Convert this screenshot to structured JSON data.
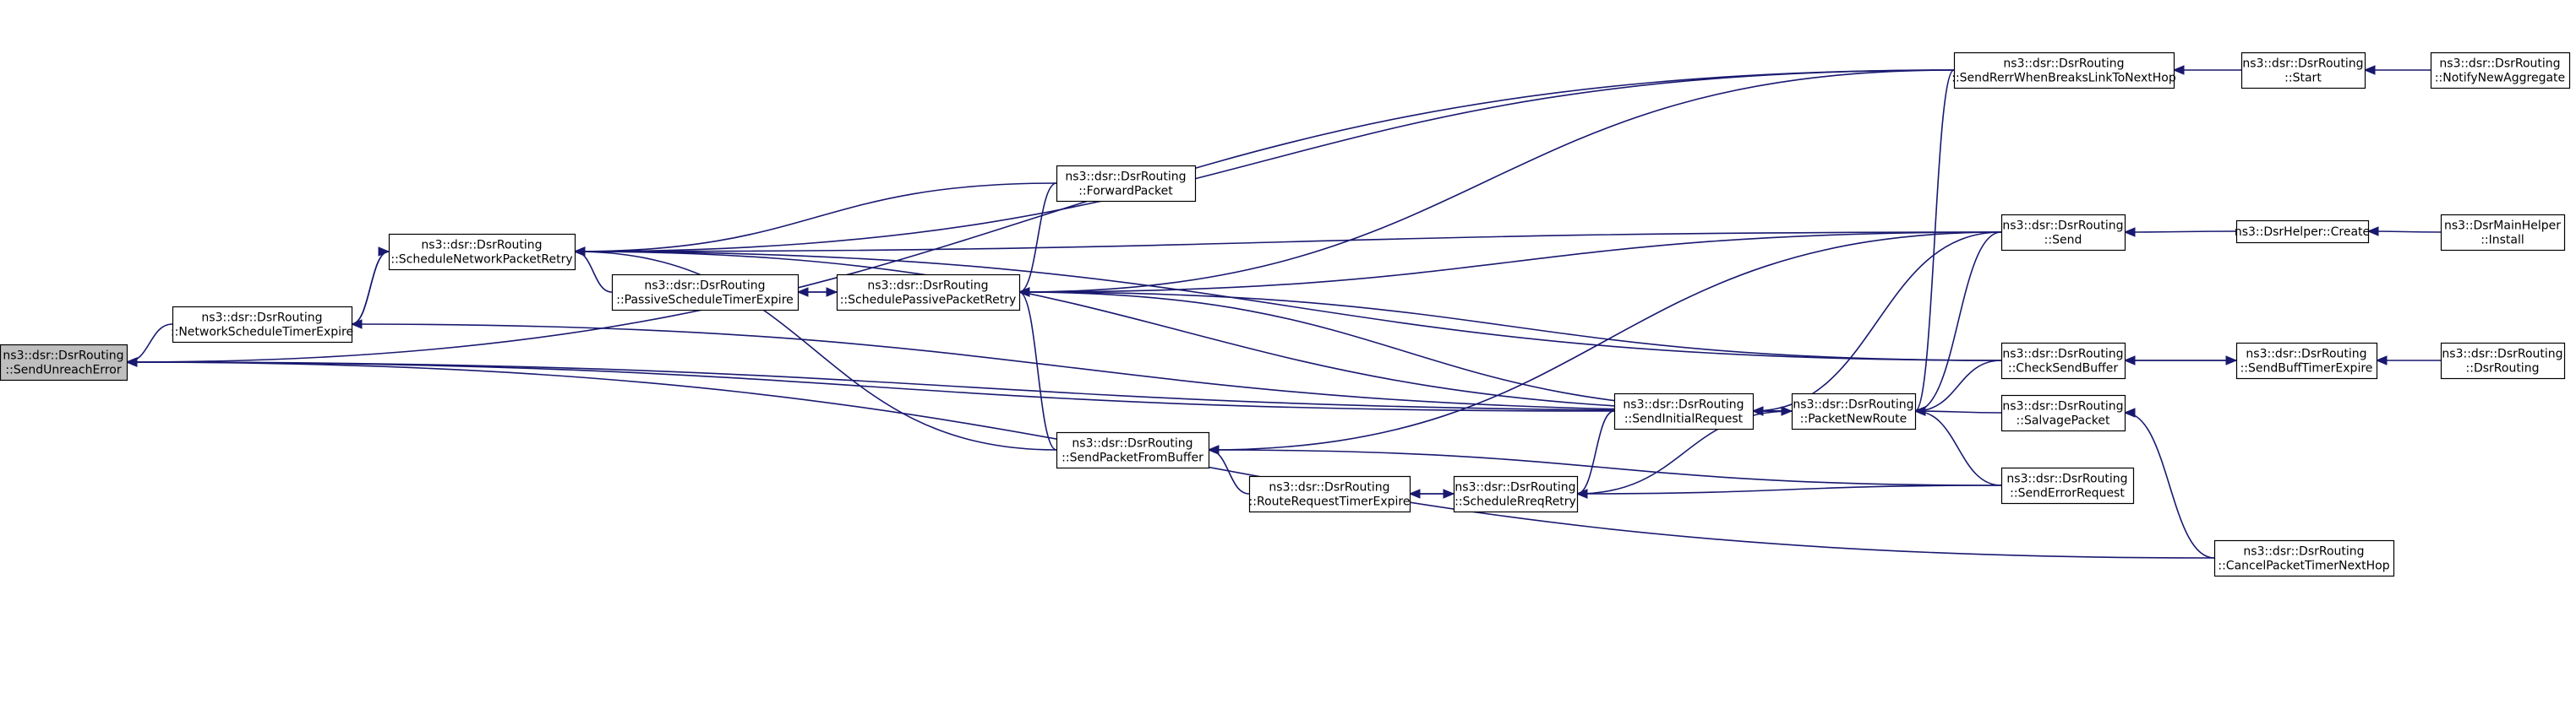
{
  "graph": {
    "colors": {
      "node_fill": "#ffffff",
      "root_fill": "#bfbfbf",
      "edge": "#191970",
      "border": "#000000"
    },
    "nodes": [
      {
        "id": "sendUnreachError",
        "lines": [
          "ns3::dsr::DsrRouting",
          "::SendUnreachError"
        ],
        "root": true
      },
      {
        "id": "networkScheduleTimerExpire",
        "lines": [
          "ns3::dsr::DsrRouting",
          "::NetworkScheduleTimerExpire"
        ]
      },
      {
        "id": "scheduleNetworkPacketRetry",
        "lines": [
          "ns3::dsr::DsrRouting",
          "::ScheduleNetworkPacketRetry"
        ]
      },
      {
        "id": "passiveScheduleTimerExpire",
        "lines": [
          "ns3::dsr::DsrRouting",
          "::PassiveScheduleTimerExpire"
        ]
      },
      {
        "id": "schedulePassivePacketRetry",
        "lines": [
          "ns3::dsr::DsrRouting",
          "::SchedulePassivePacketRetry"
        ]
      },
      {
        "id": "forwardPacket",
        "lines": [
          "ns3::dsr::DsrRouting",
          "::ForwardPacket"
        ]
      },
      {
        "id": "sendPacketFromBuffer",
        "lines": [
          "ns3::dsr::DsrRouting",
          "::SendPacketFromBuffer"
        ]
      },
      {
        "id": "routeRequestTimerExpire",
        "lines": [
          "ns3::dsr::DsrRouting",
          "::RouteRequestTimerExpire"
        ]
      },
      {
        "id": "scheduleRreqRetry",
        "lines": [
          "ns3::dsr::DsrRouting",
          "::ScheduleRreqRetry"
        ]
      },
      {
        "id": "sendInitialRequest",
        "lines": [
          "ns3::dsr::DsrRouting",
          "::SendInitialRequest"
        ]
      },
      {
        "id": "packetNewRoute",
        "lines": [
          "ns3::dsr::DsrRouting",
          "::PacketNewRoute"
        ]
      },
      {
        "id": "sendRerrWhenBreaksLinkToNextHop",
        "lines": [
          "ns3::dsr::DsrRouting",
          "::SendRerrWhenBreaksLinkToNextHop"
        ]
      },
      {
        "id": "send",
        "lines": [
          "ns3::dsr::DsrRouting",
          "::Send"
        ]
      },
      {
        "id": "checkSendBuffer",
        "lines": [
          "ns3::dsr::DsrRouting",
          "::CheckSendBuffer"
        ]
      },
      {
        "id": "salvagePacket",
        "lines": [
          "ns3::dsr::DsrRouting",
          "::SalvagePacket"
        ]
      },
      {
        "id": "sendErrorRequest",
        "lines": [
          "ns3::dsr::DsrRouting",
          "::SendErrorRequest"
        ]
      },
      {
        "id": "start",
        "lines": [
          "ns3::dsr::DsrRouting",
          "::Start"
        ]
      },
      {
        "id": "dsrHelperCreate",
        "lines": [
          "ns3::DsrHelper::Create"
        ]
      },
      {
        "id": "sendBuffTimerExpire",
        "lines": [
          "ns3::dsr::DsrRouting",
          "::SendBuffTimerExpire"
        ]
      },
      {
        "id": "cancelPacketTimerNextHop",
        "lines": [
          "ns3::dsr::DsrRouting",
          "::CancelPacketTimerNextHop"
        ]
      },
      {
        "id": "notifyNewAggregate",
        "lines": [
          "ns3::dsr::DsrRouting",
          "::NotifyNewAggregate"
        ]
      },
      {
        "id": "dsrMainHelperInstall",
        "lines": [
          "ns3::DsrMainHelper",
          "::Install"
        ]
      },
      {
        "id": "dsrRoutingCtor",
        "lines": [
          "ns3::dsr::DsrRouting",
          "::DsrRouting"
        ]
      }
    ],
    "edges": [
      {
        "from": "networkScheduleTimerExpire",
        "to": "sendUnreachError"
      },
      {
        "from": "scheduleNetworkPacketRetry",
        "to": "networkScheduleTimerExpire"
      },
      {
        "from": "networkScheduleTimerExpire",
        "to": "scheduleNetworkPacketRetry"
      },
      {
        "from": "sendRerrWhenBreaksLinkToNextHop",
        "to": "sendUnreachError"
      },
      {
        "from": "sendInitialRequest",
        "to": "sendUnreachError"
      },
      {
        "from": "packetNewRoute",
        "to": "sendUnreachError"
      },
      {
        "from": "sendRerrWhenBreaksLinkToNextHop",
        "to": "scheduleNetworkPacketRetry"
      },
      {
        "from": "send",
        "to": "scheduleNetworkPacketRetry"
      },
      {
        "from": "checkSendBuffer",
        "to": "scheduleNetworkPacketRetry"
      },
      {
        "from": "forwardPacket",
        "to": "scheduleNetworkPacketRetry"
      },
      {
        "from": "passiveScheduleTimerExpire",
        "to": "scheduleNetworkPacketRetry"
      },
      {
        "from": "sendPacketFromBuffer",
        "to": "scheduleNetworkPacketRetry"
      },
      {
        "from": "packetNewRoute",
        "to": "scheduleNetworkPacketRetry"
      },
      {
        "from": "schedulePassivePacketRetry",
        "to": "passiveScheduleTimerExpire"
      },
      {
        "from": "passiveScheduleTimerExpire",
        "to": "schedulePassivePacketRetry"
      },
      {
        "from": "forwardPacket",
        "to": "schedulePassivePacketRetry"
      },
      {
        "from": "sendRerrWhenBreaksLinkToNextHop",
        "to": "schedulePassivePacketRetry"
      },
      {
        "from": "send",
        "to": "schedulePassivePacketRetry"
      },
      {
        "from": "checkSendBuffer",
        "to": "schedulePassivePacketRetry"
      },
      {
        "from": "packetNewRoute",
        "to": "schedulePassivePacketRetry"
      },
      {
        "from": "sendPacketFromBuffer",
        "to": "schedulePassivePacketRetry"
      },
      {
        "from": "send",
        "to": "sendPacketFromBuffer"
      },
      {
        "from": "routeRequestTimerExpire",
        "to": "sendPacketFromBuffer"
      },
      {
        "from": "sendErrorRequest",
        "to": "sendPacketFromBuffer"
      },
      {
        "from": "scheduleRreqRetry",
        "to": "routeRequestTimerExpire"
      },
      {
        "from": "routeRequestTimerExpire",
        "to": "scheduleRreqRetry"
      },
      {
        "from": "sendInitialRequest",
        "to": "scheduleRreqRetry"
      },
      {
        "from": "packetNewRoute",
        "to": "scheduleRreqRetry"
      },
      {
        "from": "sendErrorRequest",
        "to": "scheduleRreqRetry"
      },
      {
        "from": "networkScheduleTimerExpire",
        "to": "packetNewRoute"
      },
      {
        "from": "packetNewRoute",
        "to": "sendInitialRequest"
      },
      {
        "from": "send",
        "to": "sendInitialRequest"
      },
      {
        "from": "sendRerrWhenBreaksLinkToNextHop",
        "to": "packetNewRoute"
      },
      {
        "from": "send",
        "to": "packetNewRoute"
      },
      {
        "from": "checkSendBuffer",
        "to": "packetNewRoute"
      },
      {
        "from": "salvagePacket",
        "to": "packetNewRoute"
      },
      {
        "from": "sendErrorRequest",
        "to": "packetNewRoute"
      },
      {
        "from": "start",
        "to": "sendRerrWhenBreaksLinkToNextHop"
      },
      {
        "from": "notifyNewAggregate",
        "to": "start"
      },
      {
        "from": "dsrHelperCreate",
        "to": "send"
      },
      {
        "from": "dsrMainHelperInstall",
        "to": "dsrHelperCreate"
      },
      {
        "from": "sendBuffTimerExpire",
        "to": "checkSendBuffer"
      },
      {
        "from": "checkSendBuffer",
        "to": "sendBuffTimerExpire"
      },
      {
        "from": "dsrRoutingCtor",
        "to": "sendBuffTimerExpire"
      },
      {
        "from": "cancelPacketTimerNextHop",
        "to": "salvagePacket"
      },
      {
        "from": "cancelPacketTimerNextHop",
        "to": "sendUnreachError"
      }
    ]
  }
}
